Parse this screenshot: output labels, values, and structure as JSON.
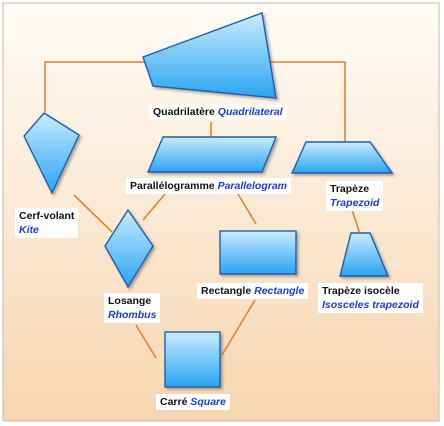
{
  "diagram": {
    "colors": {
      "background_top": "#fefcf7",
      "background_bottom": "#f7d6b0",
      "connector": "#e0842b",
      "shape_light": "#c9ecff",
      "shape_dark": "#2aa4f0",
      "shape_stroke": "#1a5fb4",
      "english_text": "#1a3fcf"
    },
    "nodes": {
      "quadrilateral": {
        "fr": "Quadrilatère",
        "en": "Quadrilateral"
      },
      "parallelogram": {
        "fr": "Parallélogramme",
        "en": "Parallelogram"
      },
      "trapezoid": {
        "fr": "Trapèze",
        "en": "Trapezoid"
      },
      "kite": {
        "fr": "Cerf-volant",
        "en": "Kite"
      },
      "rhombus": {
        "fr": "Losange",
        "en": "Rhombus"
      },
      "rectangle": {
        "fr": "Rectangle",
        "en": "Rectangle"
      },
      "isosceles_trapezoid": {
        "fr": "Trapèze isocèle",
        "en": "Isosceles trapezoid"
      },
      "square": {
        "fr": "Carré",
        "en": "Square"
      }
    }
  }
}
